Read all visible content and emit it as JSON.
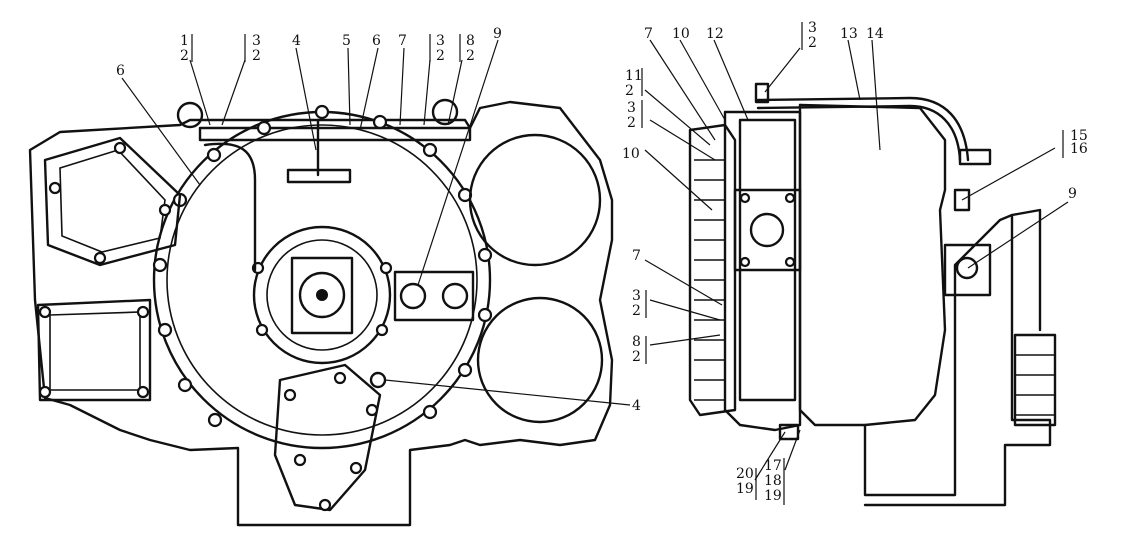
{
  "callouts_left": [
    {
      "id": "l-1-2",
      "lines": [
        "1",
        "2"
      ]
    },
    {
      "id": "l-3-2a",
      "lines": [
        "3",
        "2"
      ]
    },
    {
      "id": "l-4a",
      "lines": [
        "4"
      ]
    },
    {
      "id": "l-5",
      "lines": [
        "5"
      ]
    },
    {
      "id": "l-6a",
      "lines": [
        "6"
      ]
    },
    {
      "id": "l-6b",
      "lines": [
        "6"
      ]
    },
    {
      "id": "l-7",
      "lines": [
        "7"
      ]
    },
    {
      "id": "l-3-2b",
      "lines": [
        "3",
        "2"
      ]
    },
    {
      "id": "l-8-2",
      "lines": [
        "8",
        "2"
      ]
    },
    {
      "id": "l-9",
      "lines": [
        "9"
      ]
    },
    {
      "id": "l-4b",
      "lines": [
        "4"
      ]
    }
  ],
  "callouts_right": [
    {
      "id": "r-7a",
      "lines": [
        "7"
      ]
    },
    {
      "id": "r-10a",
      "lines": [
        "10"
      ]
    },
    {
      "id": "r-12",
      "lines": [
        "12"
      ]
    },
    {
      "id": "r-3-2a",
      "lines": [
        "3",
        "2"
      ]
    },
    {
      "id": "r-13",
      "lines": [
        "13"
      ]
    },
    {
      "id": "r-14",
      "lines": [
        "14"
      ]
    },
    {
      "id": "r-11-2",
      "lines": [
        "11",
        "2"
      ]
    },
    {
      "id": "r-3-2b",
      "lines": [
        "3",
        "2"
      ]
    },
    {
      "id": "r-10b",
      "lines": [
        "10"
      ]
    },
    {
      "id": "r-15-16",
      "lines": [
        "15",
        "16"
      ]
    },
    {
      "id": "r-9",
      "lines": [
        "9"
      ]
    },
    {
      "id": "r-7b",
      "lines": [
        "7"
      ]
    },
    {
      "id": "r-3-2c",
      "lines": [
        "3",
        "2"
      ]
    },
    {
      "id": "r-8-2",
      "lines": [
        "8",
        "2"
      ]
    },
    {
      "id": "r-20-19",
      "lines": [
        "20",
        "19"
      ]
    },
    {
      "id": "r-17-18-19",
      "lines": [
        "17",
        "18",
        "19"
      ]
    }
  ]
}
